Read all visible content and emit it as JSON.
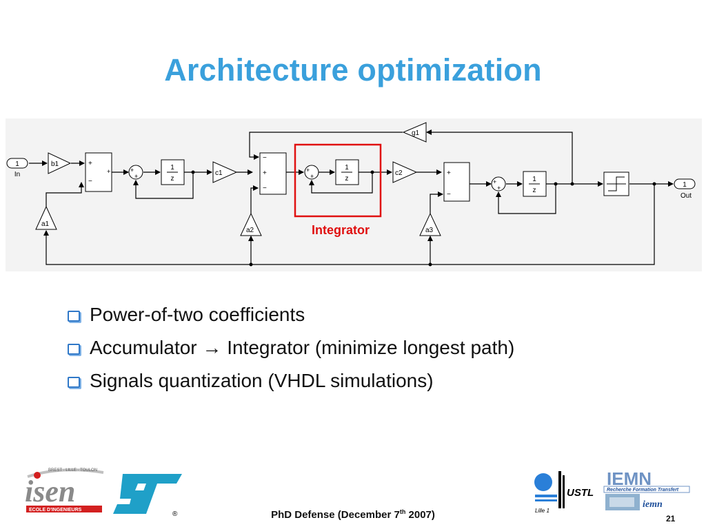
{
  "slide": {
    "title": "Architecture optimization",
    "bullets": [
      {
        "text": "Power-of-two coefficients"
      },
      {
        "pre": "Accumulator",
        "arrow": "→",
        "post": "Integrator (minimize longest path)"
      },
      {
        "text": "Signals quantization (VHDL simulations)"
      }
    ],
    "footer": {
      "prefix": "PhD Defense (December 7",
      "sup": "th",
      "suffix": " 2007)"
    },
    "page_number": "21"
  },
  "diagram": {
    "in_port": {
      "num": "1",
      "label": "In"
    },
    "out_port": {
      "num": "1",
      "label": "Out"
    },
    "gains": {
      "b1": "b1",
      "c1": "c1",
      "c2": "c2",
      "g1": "g1",
      "a1": "a1",
      "a2": "a2",
      "a3": "a3"
    },
    "delay": {
      "num": "1",
      "den": "z"
    },
    "sum_signs": {
      "plus": "+",
      "minus": "−"
    },
    "integrator_label": "Integrator",
    "highlight_color": "#e01010"
  },
  "logos": {
    "isen": {
      "name": "isen",
      "tagline": "BREST · LILLE · TOULON",
      "subtitle": "ECOLE D'INGENIEURS"
    },
    "st": {
      "name": "ST",
      "mark": "®"
    },
    "ustl": {
      "name": "USTL",
      "city": "Lille 1"
    },
    "iemn": {
      "name": "IEMN",
      "tagline": "Recherche Formation Transfert",
      "small": "iemn"
    }
  }
}
